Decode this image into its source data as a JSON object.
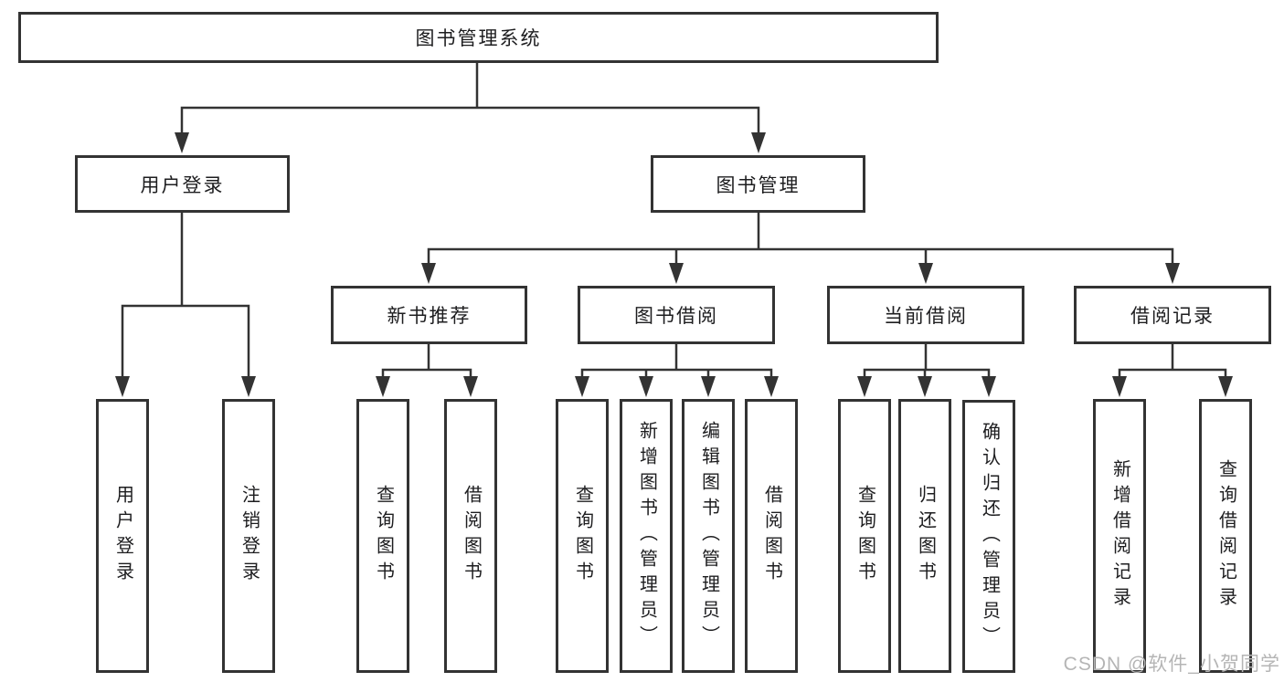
{
  "colors": {
    "line": "#333333",
    "text": "#1d1d1f",
    "watermark": "#b5b5b5",
    "background": "#ffffff"
  },
  "watermark": "CSDN @软件_小贺同学",
  "diagram": {
    "root_label": "图书管理系统",
    "user_login": {
      "label": "用户登录",
      "leaves": [
        "用户登录",
        "注销登录"
      ]
    },
    "book_management": {
      "label": "图书管理",
      "groups": [
        {
          "label": "新书推荐",
          "leaves": [
            "查询图书",
            "借阅图书"
          ]
        },
        {
          "label": "图书借阅",
          "leaves": [
            "查询图书",
            "新增图书（管理员）",
            "编辑图书（管理员）",
            "借阅图书"
          ]
        },
        {
          "label": "当前借阅",
          "leaves": [
            "查询图书",
            "归还图书",
            "确认归还（管理员）"
          ]
        },
        {
          "label": "借阅记录",
          "leaves": [
            "新增借阅记录",
            "查询借阅记录"
          ]
        }
      ]
    }
  }
}
